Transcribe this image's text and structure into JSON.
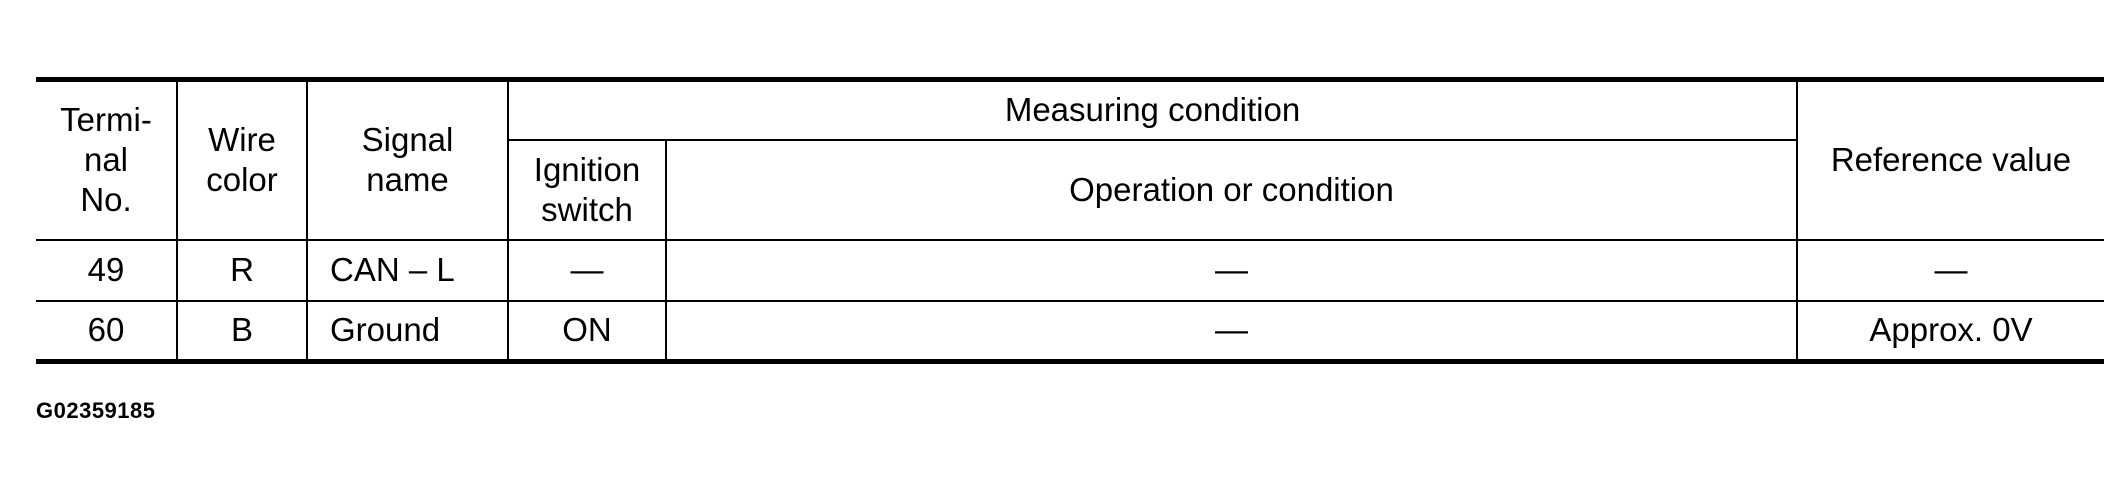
{
  "table": {
    "headers": {
      "terminal_no": "Termi-\nnal\nNo.",
      "wire_color": "Wire\ncolor",
      "signal_name": "Signal\nname",
      "measuring_condition": "Measuring condition",
      "ignition_switch": "Ignition\nswitch",
      "operation": "Operation or condition",
      "reference_value": "Reference value"
    },
    "rows": [
      {
        "terminal": "49",
        "wire": "R",
        "signal": "CAN – L",
        "ignition": "—",
        "operation": "—",
        "reference": "—"
      },
      {
        "terminal": "60",
        "wire": "B",
        "signal": "Ground",
        "ignition": "ON",
        "operation": "—",
        "reference": "Approx. 0V"
      }
    ]
  },
  "footer_code": "G02359185"
}
